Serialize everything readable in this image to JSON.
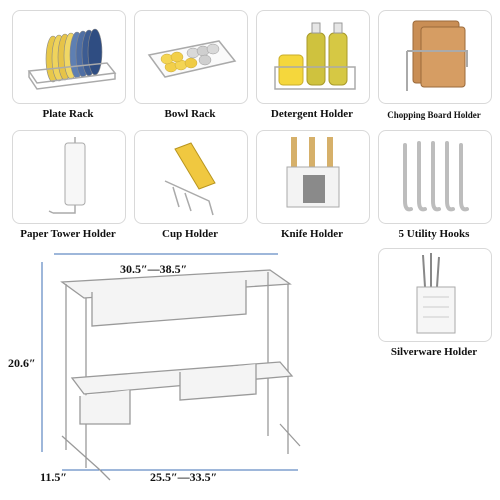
{
  "accessories": [
    {
      "name": "plate-rack",
      "label": "Plate Rack"
    },
    {
      "name": "bowl-rack",
      "label": "Bowl Rack"
    },
    {
      "name": "detergent-holder",
      "label": "Detergent Holder"
    },
    {
      "name": "chopping-board-holder",
      "label": "Chopping Board Holder"
    },
    {
      "name": "paper-tower-holder",
      "label": "Paper Tower Holder"
    },
    {
      "name": "cup-holder",
      "label": "Cup Holder"
    },
    {
      "name": "knife-holder",
      "label": "Knife Holder"
    },
    {
      "name": "utility-hooks",
      "label": "5 Utility Hooks"
    },
    {
      "name": "silverware-holder",
      "label": "Silverware Holder"
    }
  ],
  "dimensions": {
    "width_top": "30.5″—38.5″",
    "height": "20.6″",
    "depth": "11.5″",
    "width_bottom": "25.5″—33.5″"
  },
  "colors": {
    "dimension_line": "#3d6fb6",
    "card_border": "#d9d9d9",
    "rack_white": "#f4f4f4",
    "rack_stroke": "#9a9a9a"
  }
}
